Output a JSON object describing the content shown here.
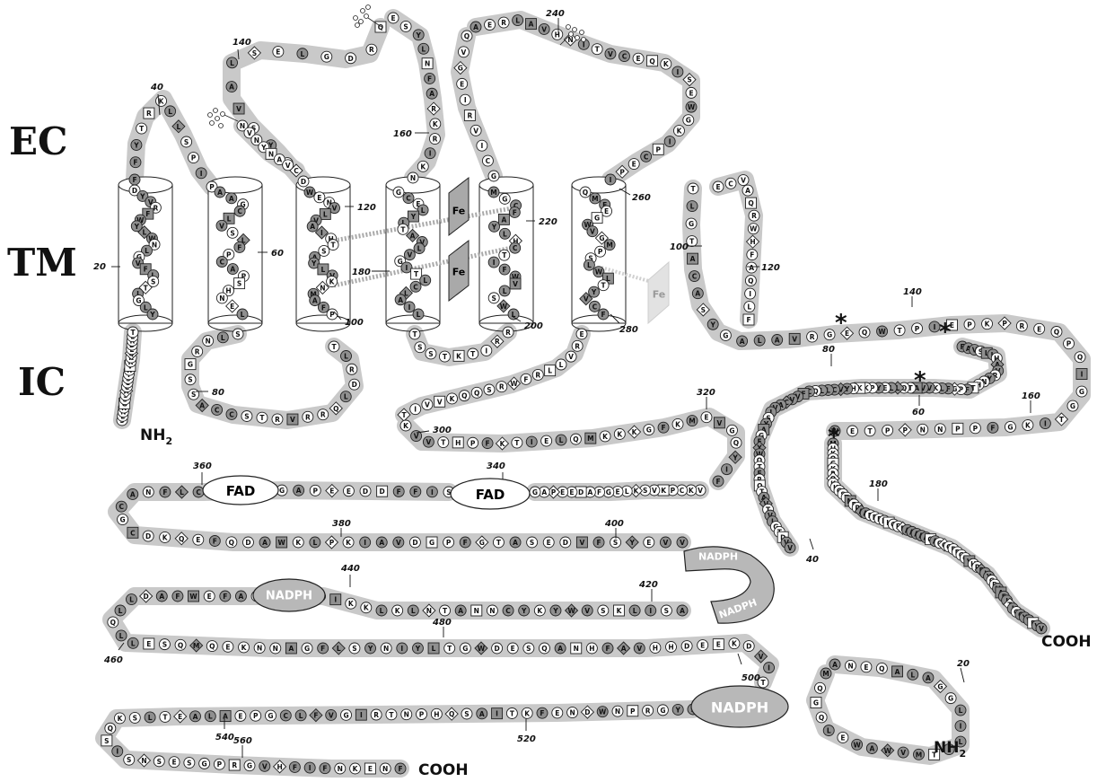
{
  "regions": {
    "ec": "EC",
    "tm": "TM",
    "ic": "IC"
  },
  "termini": {
    "nh2": "NH",
    "nh2_sub": "2",
    "cooh": "COOH"
  },
  "iron": "Fe",
  "cofactors": {
    "fad": "FAD",
    "nadph": "NADPH"
  },
  "numbers_a": {
    "n20": "20",
    "n40": "40",
    "n60": "60",
    "n80": "80",
    "n100": "100",
    "n120": "120",
    "n140": "140",
    "n160": "160",
    "n180": "180",
    "n200": "200",
    "n220": "220",
    "n240": "240",
    "n260": "260",
    "n280": "280",
    "n300": "300",
    "n320": "320",
    "n340": "340",
    "n360": "360",
    "n380": "380",
    "n400": "400",
    "n420": "420",
    "n440": "440",
    "n460": "460",
    "n480": "480",
    "n500": "500",
    "n520": "520",
    "n540": "540",
    "n560": "560"
  },
  "numbers_b": {
    "n20": "20",
    "n40": "40",
    "n60": "60",
    "n80": "80",
    "n100": "100",
    "n120": "120",
    "n140": "140",
    "n160": "160",
    "n180": "180"
  },
  "stars": "*",
  "colors": {
    "ribbon": "#c9c9c9",
    "residue_light": "#ffffff",
    "residue_dark": "#8f8f8f",
    "cofactor_fill": "#b8b8b8",
    "iron_fill": "#a9a9a9"
  },
  "seq": {
    "tm1": "DYVRFWYLWNLGVFLSTIGLY",
    "ec1": "FFYTRKLLSPIP",
    "tm2": "AAGCLVSLFPCAPSHNEL",
    "ic1": "SLNRGSSACCSTRVRRQLDRLT",
    "tm3": "WENVLVAIHTSAYLVKNMAFP",
    "ec2a": "DPYSVALSELGDRQ",
    "ec2b": "ESYLNFARKRIKN",
    "ec2c": "NVNYNAVC",
    "tm4": "GCELYLTAVLVGITLCLAIL",
    "ic2": "TSSTKTIRR",
    "tm5": "MGCFAYLHCTIFWVLSWL",
    "ec3a": "GCIVRIEGVQ",
    "ec3b": "AERLAVHNITVCEQKISEWGKIPCEPI",
    "tm6": "QMFEGWVGMPSLWLTYVCF",
    "ic3": "ERVLLRFWRSQQKVVIT",
    "ctail1": "KVVTHPFKTIELQMKKKGFKMEVGQYIF",
    "ctail2": "VKCPKVSKLEGFADEEPAG",
    "ctail3": "SIFFDDEEPAGWTEGCLFNACGCDKQEFQDAWKLPKIAVDGPFGTASEDVFSYEVV",
    "ctail4": "ASILKSVWYKYCNNATNLKLKKIYFDTHAFEWFADLLQLLESQMQEKNNAGFLSYNIYLTGWDESQANHFAVHHDEEKDVIT",
    "ctail5": "LYGRPNWDNEFKTIASQHPNTRIGVFLCGPEALAETLSKQSISNSESGPRGVHFIFNKENF",
    "p2a": "TLGTACASYGALAVRGEQWTPIEPKPREQPQIGGTIKGFPPNNPPTEW",
    "p2b": "MHKQGKRQKKGSTMERAAPRPKKGEEAAAAAQAGGGPPGQVHRFIYGDVAFITIGCYVEVV",
    "p2c": "FAVSLLHAVRYNHTFPGFLKVVATQLLEYPKKHYVCLLQCFVVCAVISYAGFYWQTFRQTAVTVIGTDVV",
    "p2d": "ANEQALAGGLILITMVWAWELQGQM",
    "p2e": "ECVAQRWHFAQILF"
  }
}
